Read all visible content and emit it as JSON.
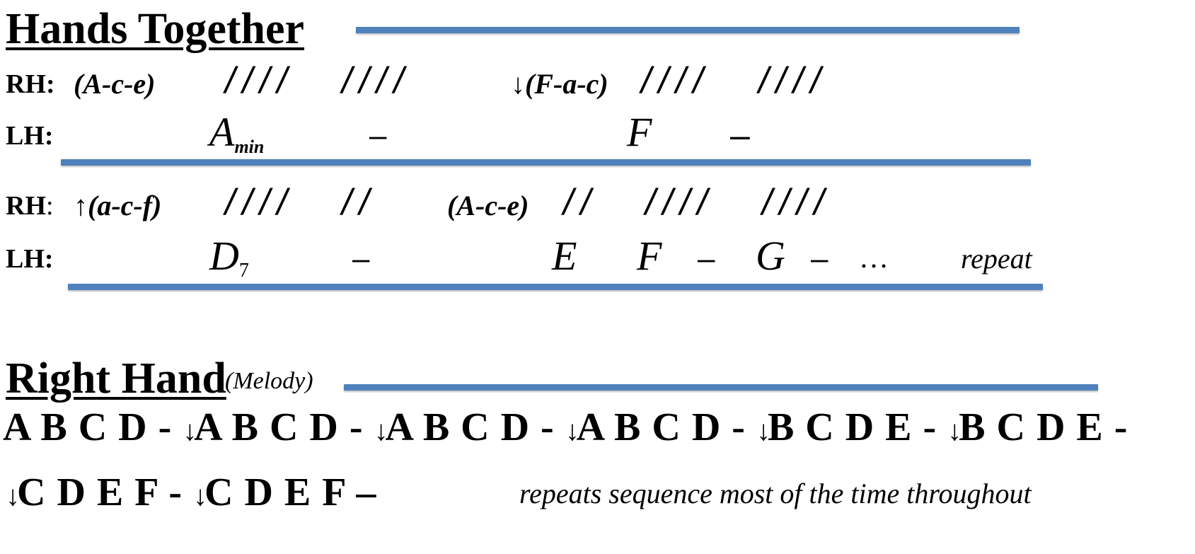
{
  "hands_together": {
    "title": "Hands Together",
    "row1": {
      "rh_label": "RH:",
      "chord_1": "(A-c-e)",
      "strum_1a": "////",
      "strum_1b": "////",
      "arrow_2": "↓",
      "chord_2": "(F-a-c)",
      "strum_2a": "////",
      "strum_2b": "////",
      "lh_label": "LH:",
      "lh_chord_1": "A",
      "lh_chord_1_sub": "min",
      "lh_dash_1": "–",
      "lh_chord_2": "F",
      "lh_dash_2": "–"
    },
    "row2": {
      "rh_label": "RH",
      "rh_colon": ":",
      "arrow_1": "↑",
      "chord_1": "(a-c-f)",
      "strum_1a": "////",
      "strum_1b": "//",
      "chord_2": "(A-c-e)",
      "strum_2a": "//",
      "strum_2b": "////",
      "strum_2c": "////",
      "lh_label": "LH:",
      "lh_chord_1": "D",
      "lh_chord_1_sub": "7",
      "lh_dash_1": "–",
      "lh_chord_2": "E",
      "lh_chord_3": "F",
      "lh_dash_2": "–",
      "lh_chord_4": "G",
      "lh_dash_3": "–",
      "ellipsis": "…",
      "repeat": "repeat"
    }
  },
  "right_hand": {
    "title": "Right Hand",
    "subtitle": "(Melody)",
    "line1": [
      {
        "arrow": "",
        "notes": "A B C D -"
      },
      {
        "arrow": "↓",
        "notes": "A B C D -"
      },
      {
        "arrow": "↓",
        "notes": "A B C D -"
      },
      {
        "arrow": "↓",
        "notes": "A B C D -"
      },
      {
        "arrow": "↓",
        "notes": "B C  D E -"
      },
      {
        "arrow": "↓",
        "notes": "B C D E -"
      }
    ],
    "line2": [
      {
        "arrow": "↓",
        "notes": "C D E F -"
      },
      {
        "arrow": "↓",
        "notes": "C D E F –"
      }
    ],
    "note": "repeats sequence most of the time throughout"
  },
  "colors": {
    "rule": "#4f81bd",
    "text": "#000000"
  }
}
